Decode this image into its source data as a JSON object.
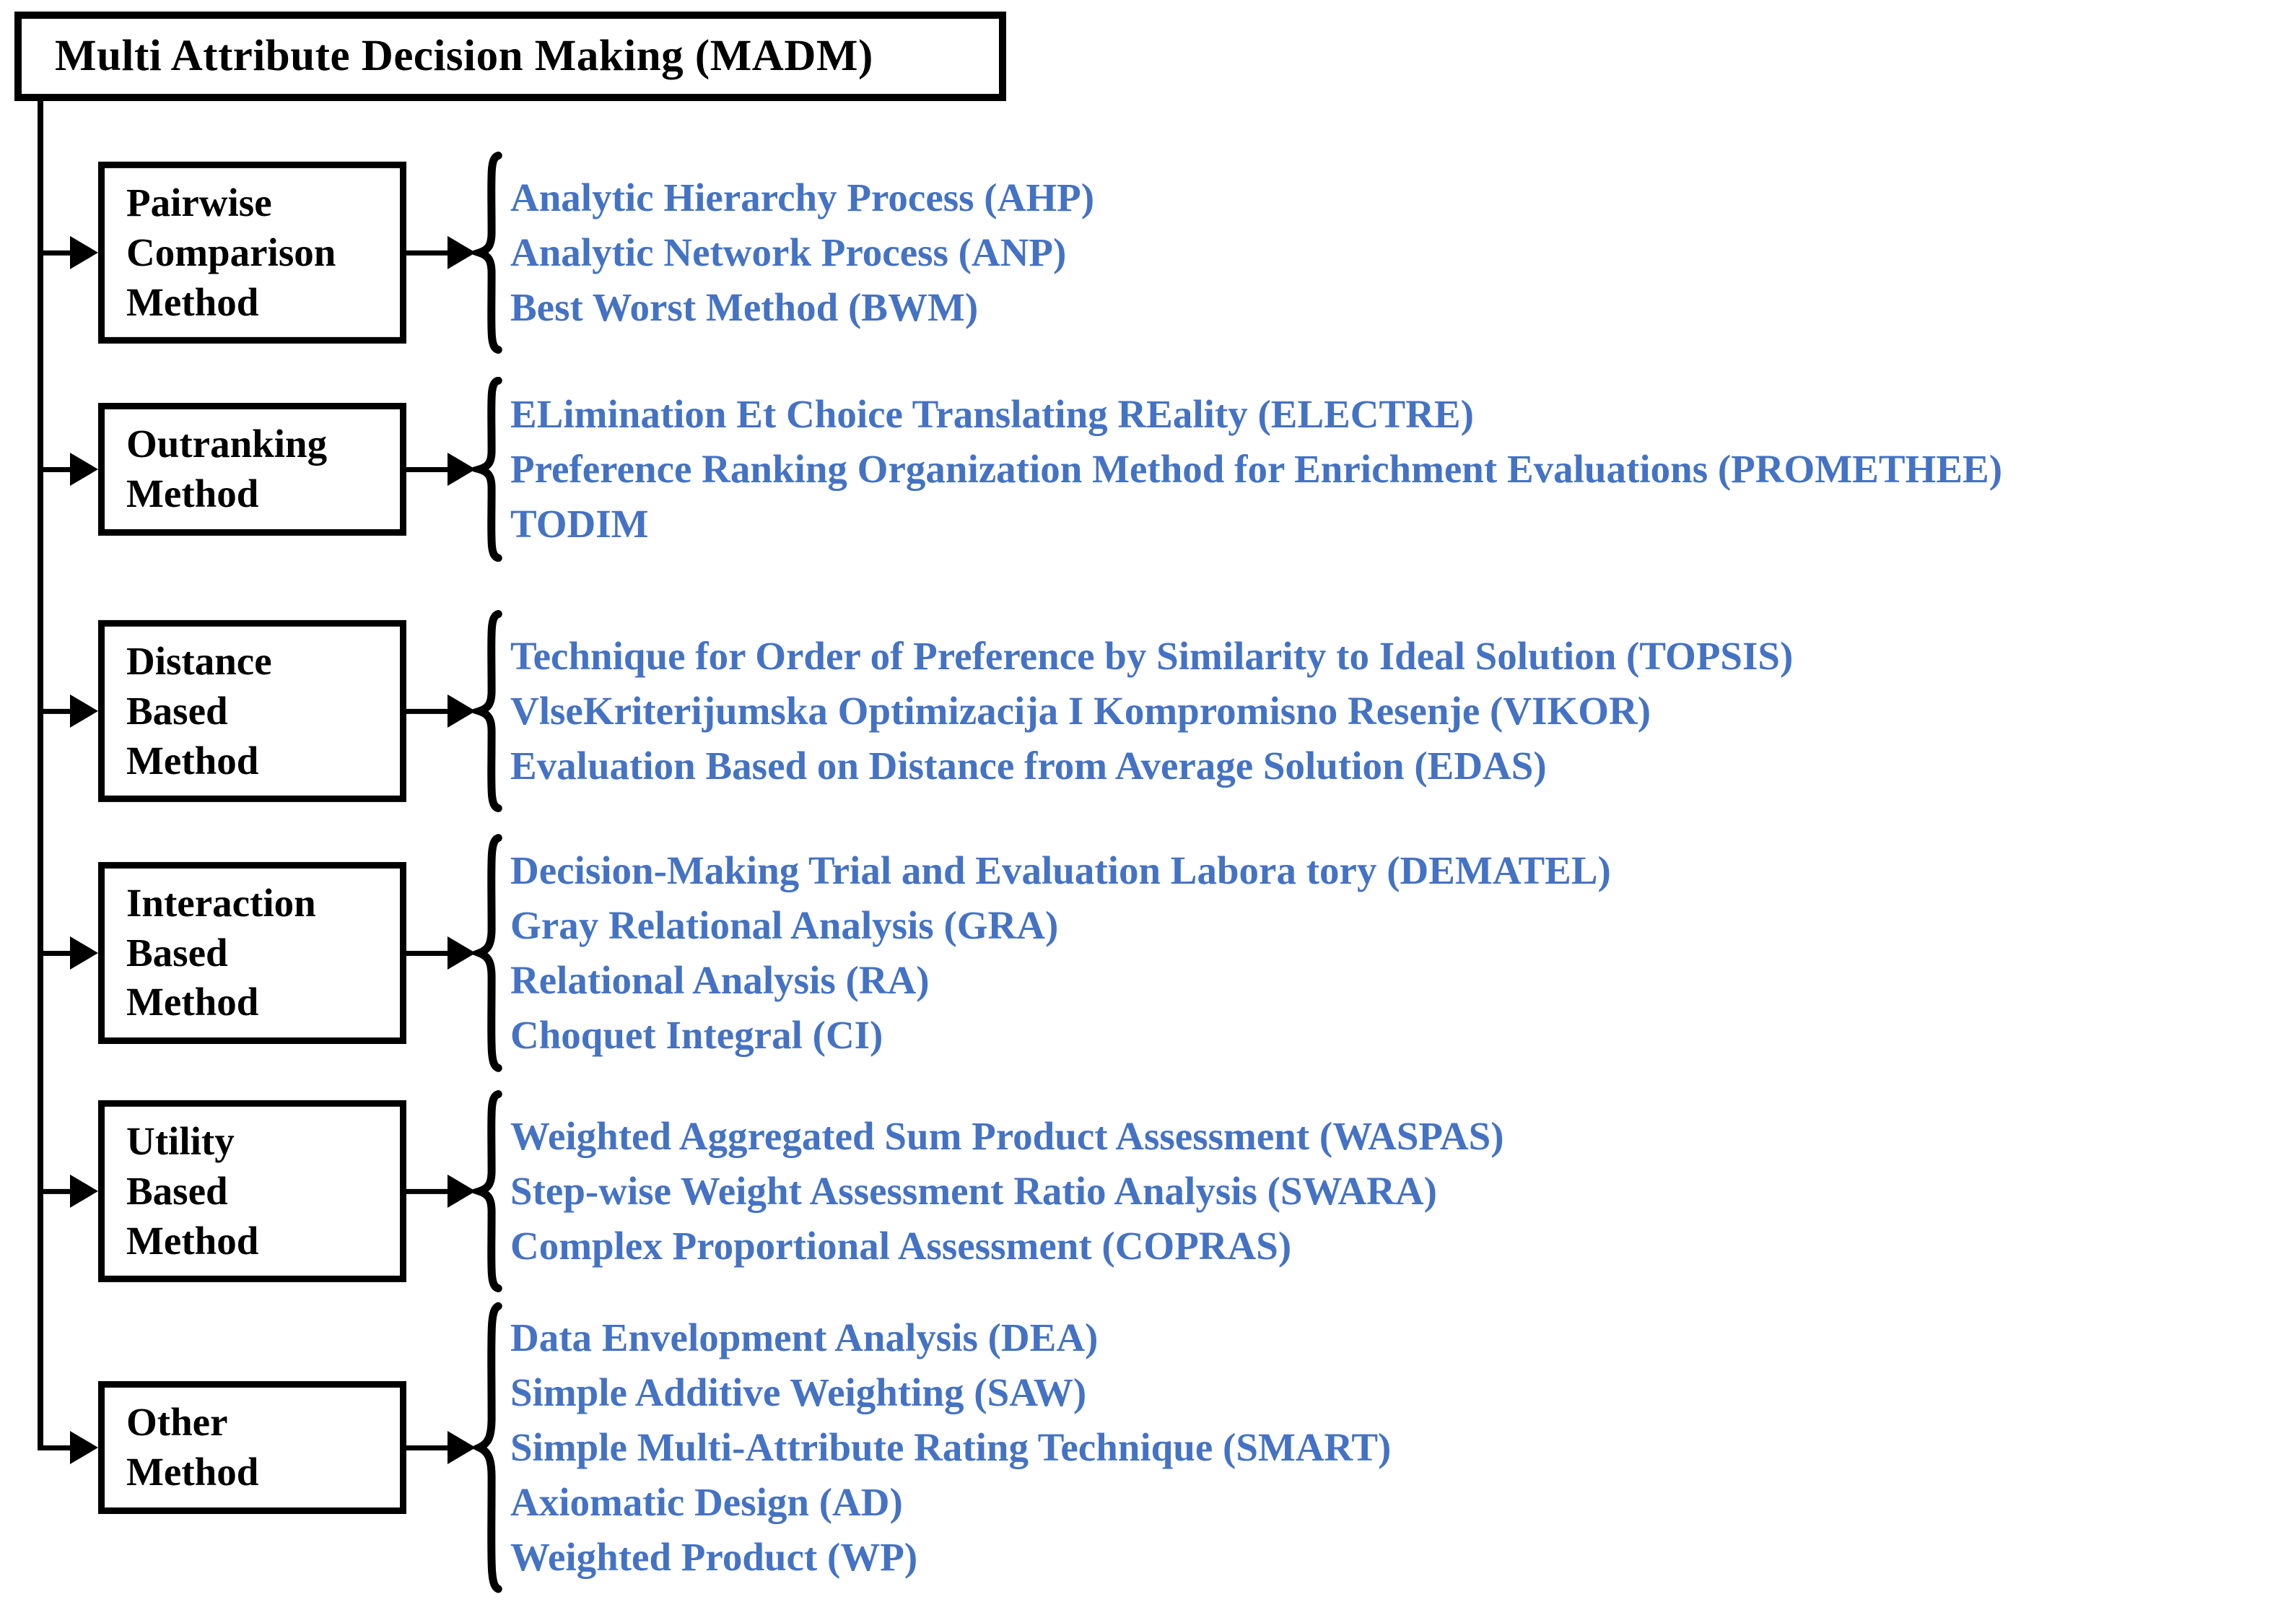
{
  "title": "Multi Attribute Decision Making (MADM)",
  "colors": {
    "method_text": "#4472C4",
    "diagram_lines": "#000000"
  },
  "groups": [
    {
      "label": "Pairwise\nComparison\nMethod",
      "items": [
        "Analytic Hierarchy Process (AHP)",
        "Analytic Network Process (ANP)",
        "Best Worst Method (BWM)"
      ]
    },
    {
      "label": "Outranking\nMethod",
      "items": [
        "ELimination Et Choice Translating REality (ELECTRE)",
        "Preference Ranking Organization Method for Enrichment Evaluations (PROMETHEE)",
        "TODIM"
      ]
    },
    {
      "label": "Distance\nBased\nMethod",
      "items": [
        "Technique for Order of Preference by Similarity to Ideal Solution (TOPSIS)",
        "VlseKriterijumska Optimizacija I Kompromisno Resenje (VIKOR)",
        "Evaluation Based on Distance from Average Solution (EDAS)"
      ]
    },
    {
      "label": "Interaction\nBased\nMethod",
      "items": [
        "Decision-Making Trial and Evaluation Labora tory (DEMATEL)",
        "Gray Relational Analysis (GRA)",
        "Relational Analysis (RA)",
        "Choquet Integral (CI)"
      ]
    },
    {
      "label": "Utility\nBased\nMethod",
      "items": [
        "Weighted Aggregated Sum Product Assessment (WASPAS)",
        "Step-wise Weight Assessment Ratio Analysis (SWARA)",
        "Complex Proportional Assessment (COPRAS)"
      ]
    },
    {
      "label": "Other\nMethod",
      "items": [
        "Data Envelopment Analysis (DEA)",
        "Simple Additive Weighting (SAW)",
        "Simple Multi-Attribute Rating Technique (SMART)",
        "Axiomatic Design (AD)",
        "Weighted Product (WP)"
      ]
    }
  ]
}
